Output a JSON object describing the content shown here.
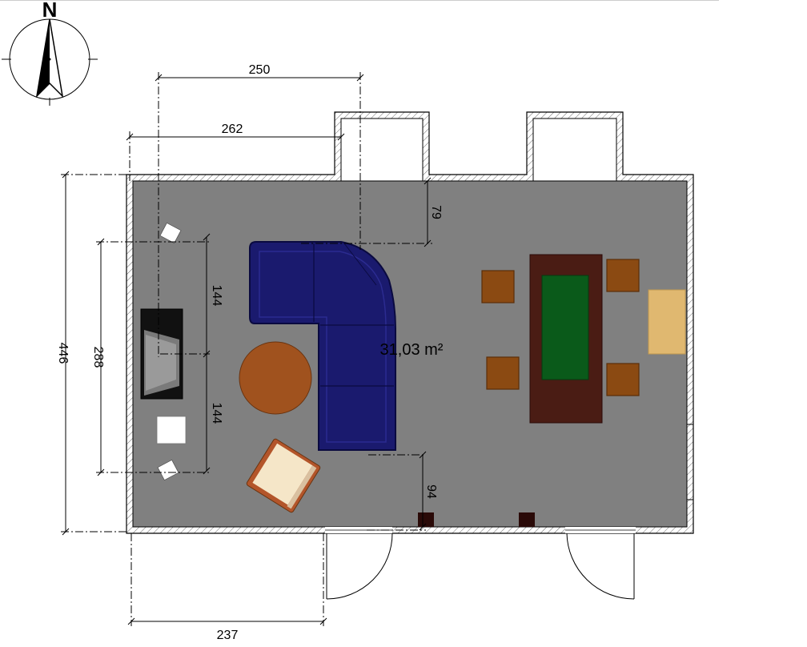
{
  "compass": {
    "north_label": "N"
  },
  "room": {
    "area_label": "31,03 m²",
    "floor_color": "#808080",
    "wall_color": "#ffffff",
    "wall_stroke": "#000000"
  },
  "dimensions": {
    "top_outer": "250",
    "top_inner": "262",
    "left_outer": "446",
    "left_inner": "288",
    "tv_upper": "144",
    "tv_lower": "144",
    "alcove_depth": "79",
    "sofa_bottom": "94",
    "bottom_left": "237"
  },
  "furniture_colors": {
    "sofa": "#1a1a6e",
    "coffee_table": "#a0521e",
    "dining_table_frame": "#4a1c14",
    "dining_table_top": "#0a5a1a",
    "chair": "#8b4a12",
    "sideboard": "#e0b870",
    "armchair_frame": "#b3552a",
    "armchair_cushion": "#f5e6c8",
    "tv_unit": "#111111",
    "speaker": "#ffffff",
    "radiator": "#2a0a08"
  }
}
